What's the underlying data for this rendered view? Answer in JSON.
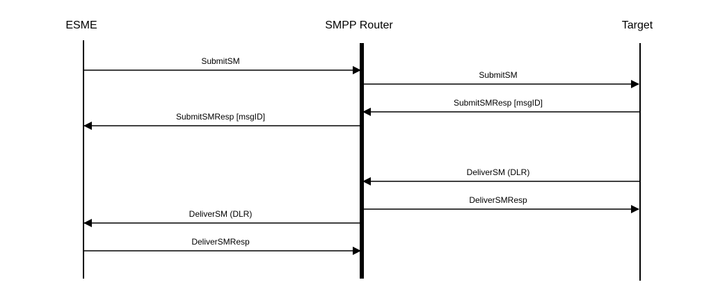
{
  "participants": [
    {
      "id": "esme",
      "label": "ESME"
    },
    {
      "id": "router",
      "label": "SMPP Router"
    },
    {
      "id": "target",
      "label": "Target"
    }
  ],
  "messages": [
    {
      "from": "esme",
      "to": "router",
      "label": "SubmitSM"
    },
    {
      "from": "router",
      "to": "target",
      "label": "SubmitSM"
    },
    {
      "from": "target",
      "to": "router",
      "label": "SubmitSMResp [msgID]"
    },
    {
      "from": "router",
      "to": "esme",
      "label": "SubmitSMResp [msgID]"
    },
    {
      "from": "target",
      "to": "router",
      "label": "DeliverSM (DLR)"
    },
    {
      "from": "router",
      "to": "target",
      "label": "DeliverSMResp"
    },
    {
      "from": "router",
      "to": "esme",
      "label": "DeliverSM (DLR)"
    },
    {
      "from": "esme",
      "to": "router",
      "label": "DeliverSMResp"
    }
  ],
  "colors": {
    "line": "#000000",
    "text": "#000000",
    "background": "#ffffff"
  }
}
